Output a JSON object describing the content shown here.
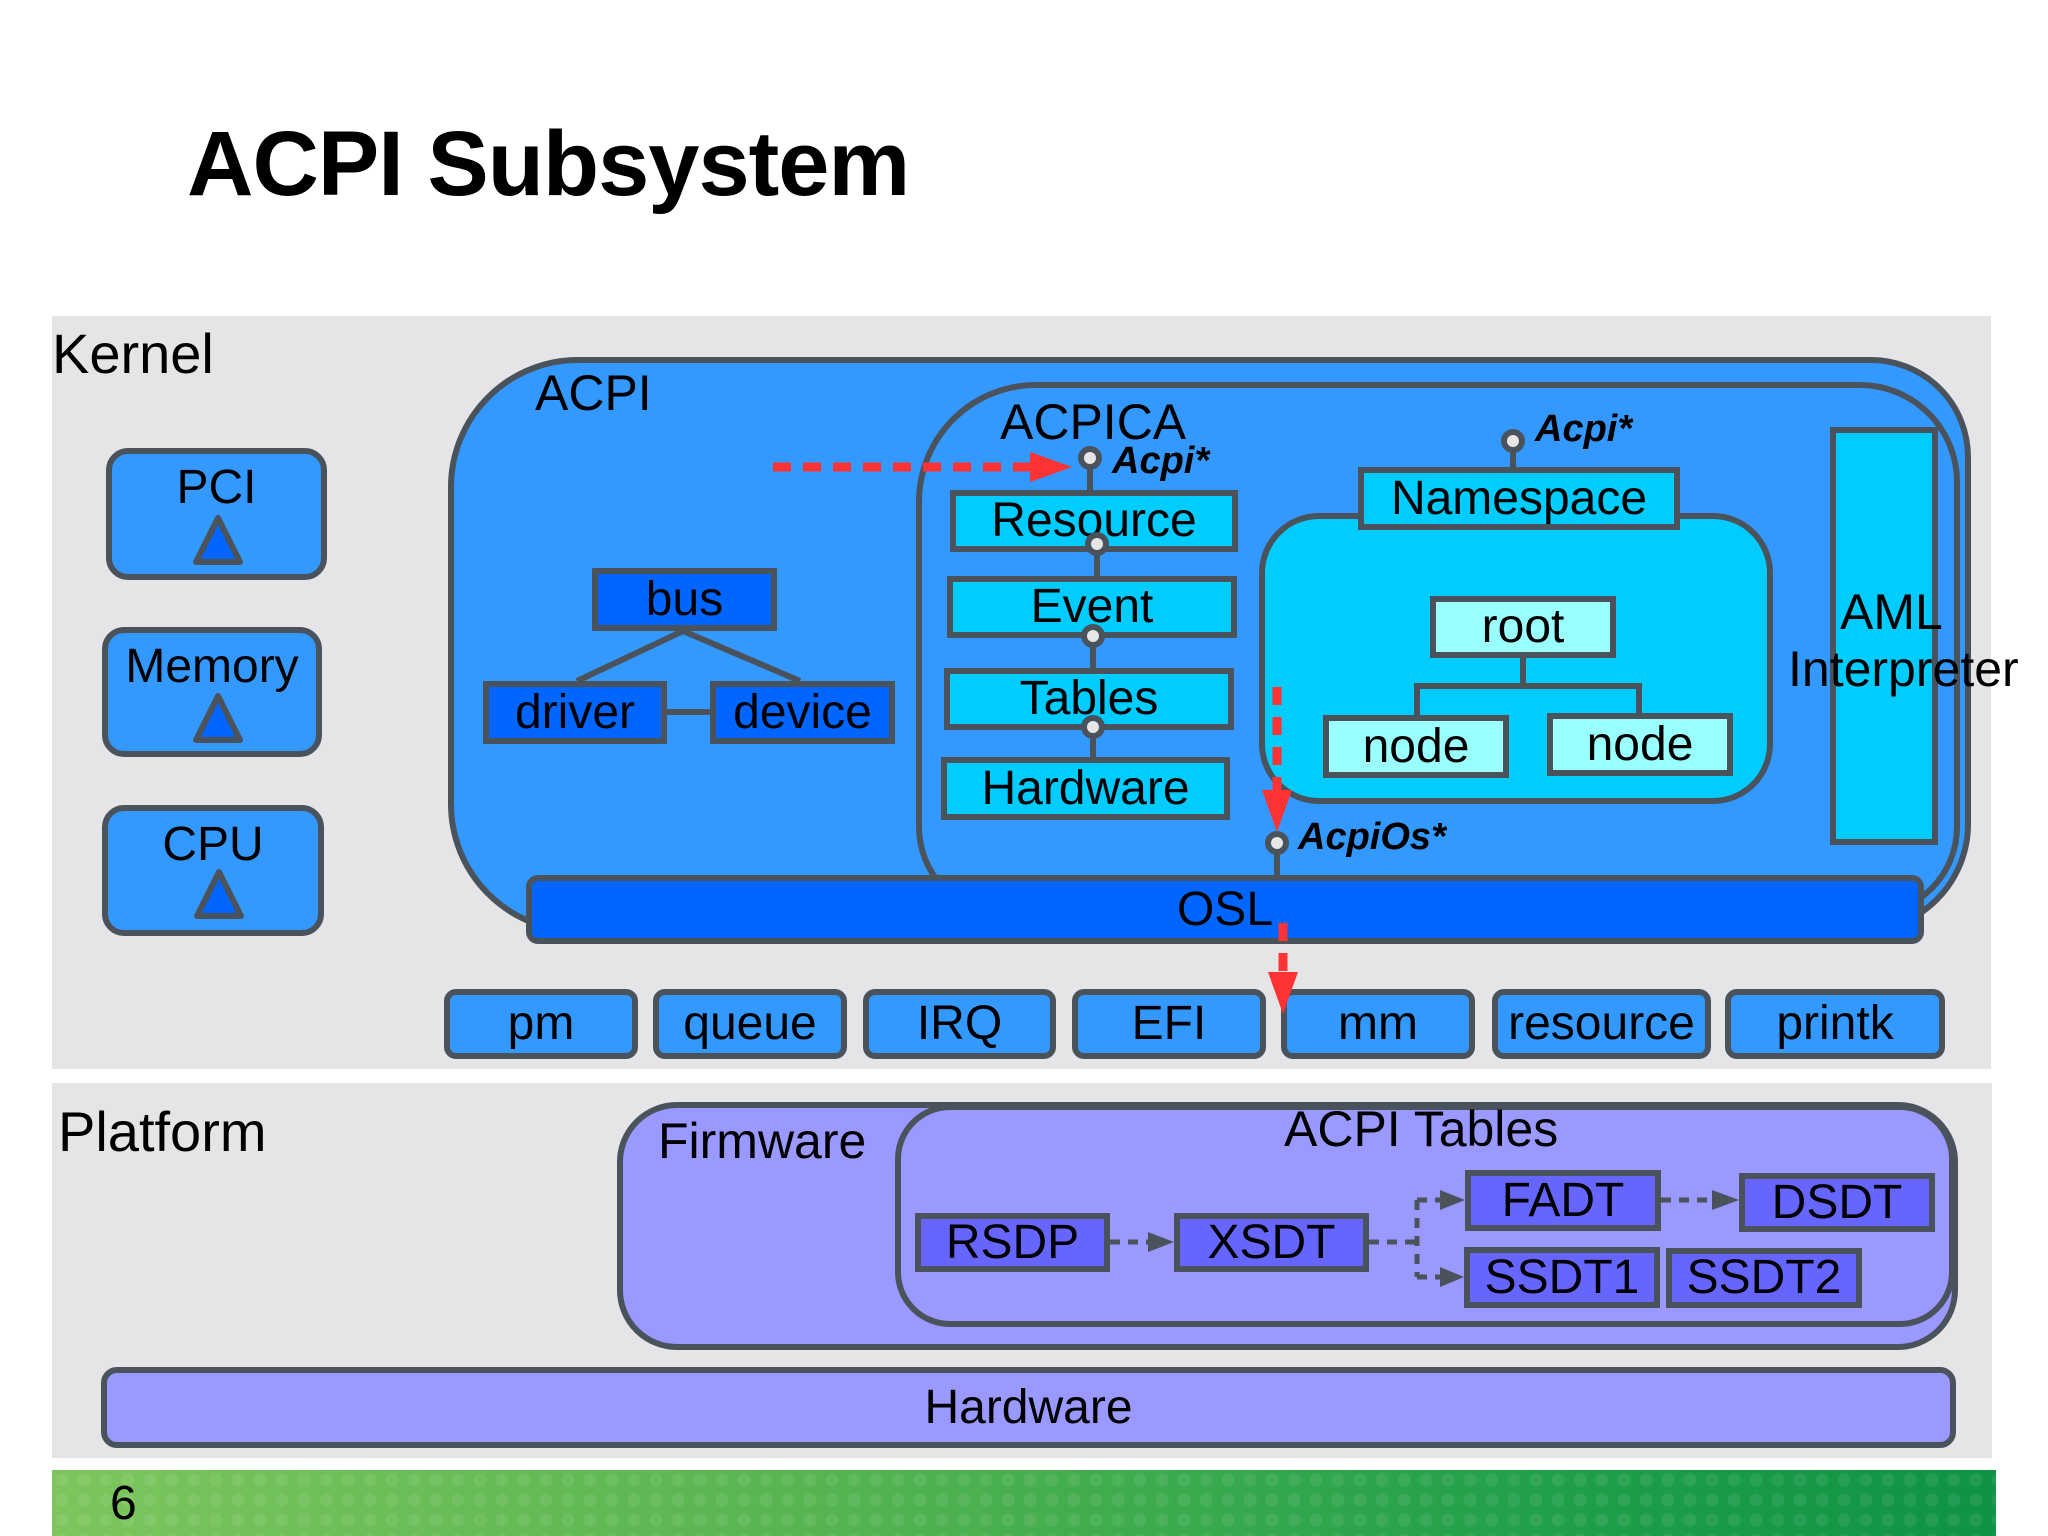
{
  "slide": {
    "title": "ACPI Subsystem",
    "page_number": "6"
  },
  "kernel": {
    "label": "Kernel",
    "subsystems": [
      {
        "label": "PCI"
      },
      {
        "label": "Memory"
      },
      {
        "label": "CPU"
      }
    ],
    "acpi": {
      "label": "ACPI",
      "bus_tree": {
        "bus": "bus",
        "driver": "driver",
        "device": "device"
      },
      "acpica": {
        "label": "ACPICA",
        "api_label": "Acpi*",
        "components": [
          "Resource",
          "Event",
          "Tables",
          "Hardware"
        ],
        "namespace": {
          "label": "Namespace",
          "api_label": "Acpi*",
          "root": "root",
          "nodes": [
            "node",
            "node"
          ]
        },
        "aml_interpreter": [
          "AML",
          "Interpreter"
        ],
        "os_api_label": "AcpiOs*"
      },
      "osl": "OSL"
    },
    "services": [
      "pm",
      "queue",
      "IRQ",
      "EFI",
      "mm",
      "resource",
      "printk"
    ]
  },
  "platform": {
    "label": "Platform",
    "firmware": {
      "label": "Firmware",
      "acpi_tables": {
        "label": "ACPI Tables",
        "tables": [
          "RSDP",
          "XSDT",
          "FADT",
          "DSDT",
          "SSDT1",
          "SSDT2"
        ]
      }
    },
    "hardware": "Hardware"
  },
  "colors": {
    "panel_bg": "#e5e5e7",
    "acpi_blue": "#3399ff",
    "dark_blue": "#0066ff",
    "cyan": "#00ccff",
    "pale_cyan": "#99ffff",
    "lavender": "#9999ff",
    "table_blue": "#6666ff",
    "outline": "#4a535c",
    "call_arrow": "#ff3333"
  }
}
